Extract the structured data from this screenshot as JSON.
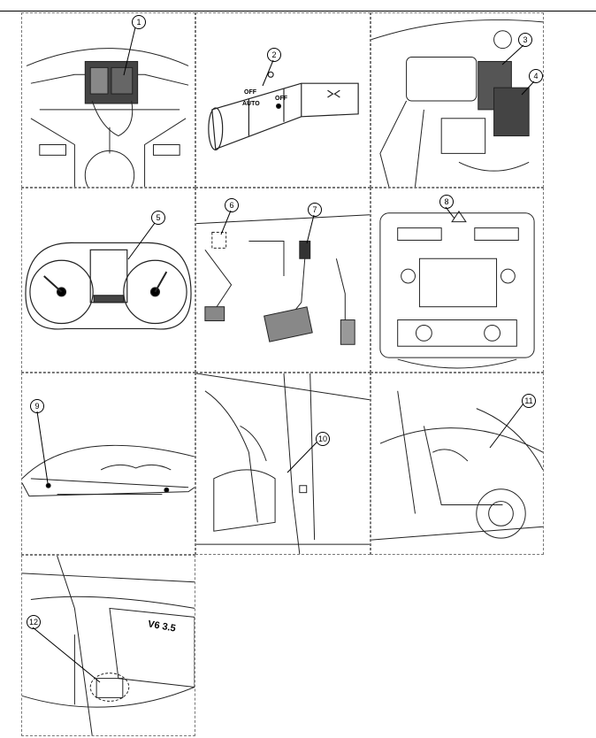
{
  "callouts": [
    "1",
    "2",
    "3",
    "4",
    "5",
    "6",
    "7",
    "8",
    "9",
    "10",
    "11",
    "12"
  ],
  "switch_labels": {
    "off_top": "OFF",
    "auto": "AUTO",
    "off_right": "OFF"
  },
  "engine_badge": "V6 3.5"
}
